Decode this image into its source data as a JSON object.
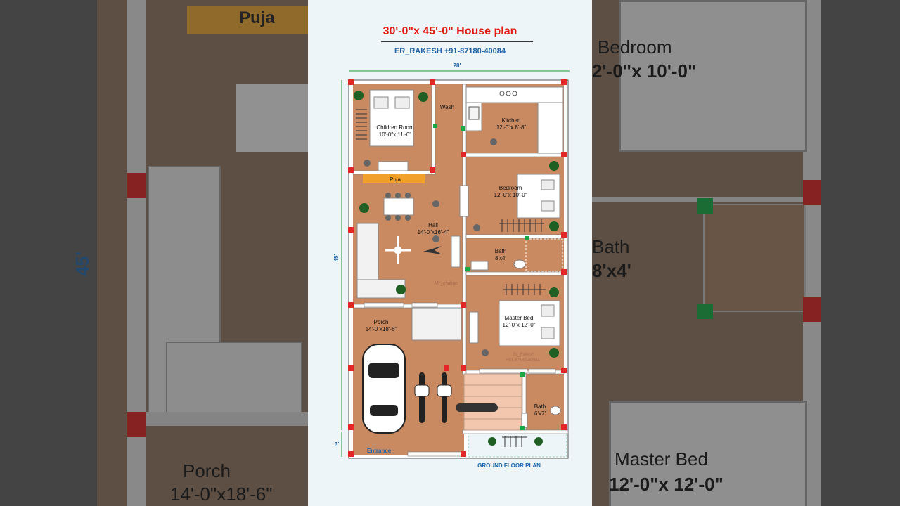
{
  "header": {
    "title": "30'-0\"x 45'-0\" House plan",
    "subtitle": "ER_RAKESH +91-87180-40084"
  },
  "plan": {
    "width_dim": "28'",
    "height_dim": "45'",
    "front_dim": "3'",
    "footer": "GROUND FLOOR PLAN",
    "watermark": "Mr_civilian",
    "stamp_line1": "Er_Rakesh",
    "stamp_line2": "+91-87180-40084",
    "rooms": {
      "children": {
        "name": "Children Room",
        "size": "10'-0\"x 11'-0\""
      },
      "wash": {
        "name": "Wash"
      },
      "kitchen": {
        "name": "Kitchen",
        "size": "12'-0\"x 8'-8\""
      },
      "puja": {
        "name": "Puja"
      },
      "bedroom": {
        "name": "Bedroom",
        "size": "12'-0\"x 10'-0\""
      },
      "hall": {
        "name": "Hall",
        "size": "14'-0\"x16'-4\""
      },
      "bath1": {
        "name": "Bath",
        "size": "8'x4'"
      },
      "porch": {
        "name": "Porch",
        "size": "14'-0\"x18'-6\""
      },
      "master": {
        "name": "Master Bed",
        "size": "12'-0\"x 12'-0\""
      },
      "bath2": {
        "name": "Bath",
        "size": "6'x7'"
      },
      "entrance": {
        "name": "Entrance"
      }
    }
  },
  "background": {
    "left_puja": "Puja",
    "left_dim": "45'",
    "left_porch": "Porch",
    "left_porch_size": "14'-0\"x18'-6\"",
    "right_bedroom": "Bedroom",
    "right_bedroom_size": "2'-0\"x 10'-0\"",
    "right_bath": "Bath",
    "right_bath_size": "8'x4'",
    "right_master": "Master Bed",
    "right_master_size": "12'-0\"x 12'-0\""
  }
}
